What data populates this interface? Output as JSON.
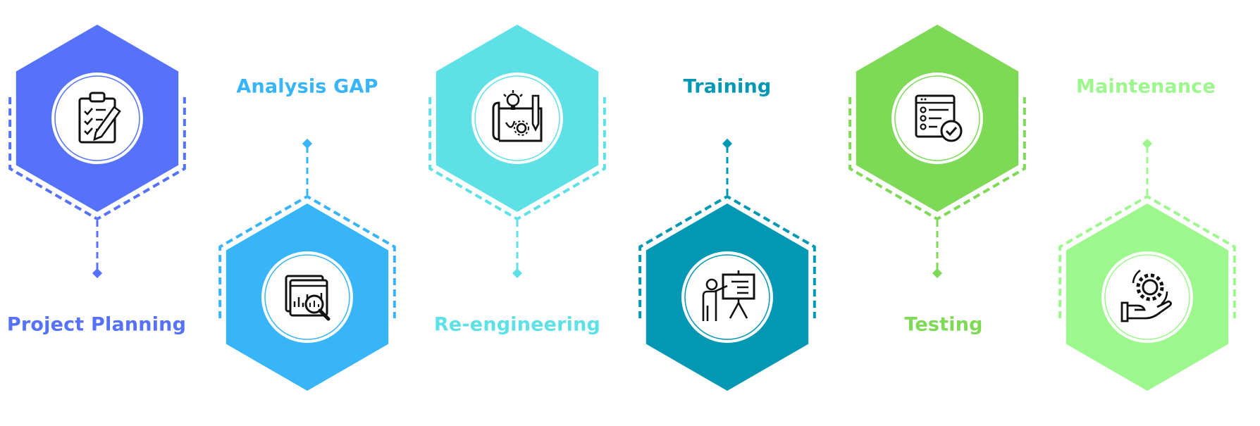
{
  "steps": [
    {
      "label": "Project Planning",
      "color": "#5672FB",
      "icon": "clipboard-checklist-icon",
      "position": "top"
    },
    {
      "label": "Analysis GAP",
      "color": "#38B5F9",
      "icon": "data-analysis-magnifier-icon",
      "position": "bottom"
    },
    {
      "label": "Re-engineering",
      "color": "#5EE1E6",
      "icon": "blueprint-idea-icon",
      "position": "top"
    },
    {
      "label": "Training",
      "color": "#0298B4",
      "icon": "presentation-board-icon",
      "position": "bottom"
    },
    {
      "label": "Testing",
      "color": "#7ED957",
      "icon": "checklist-approved-icon",
      "position": "top"
    },
    {
      "label": "Maintenance",
      "color": "#9CF78C",
      "icon": "hand-gear-service-icon",
      "position": "bottom"
    }
  ]
}
